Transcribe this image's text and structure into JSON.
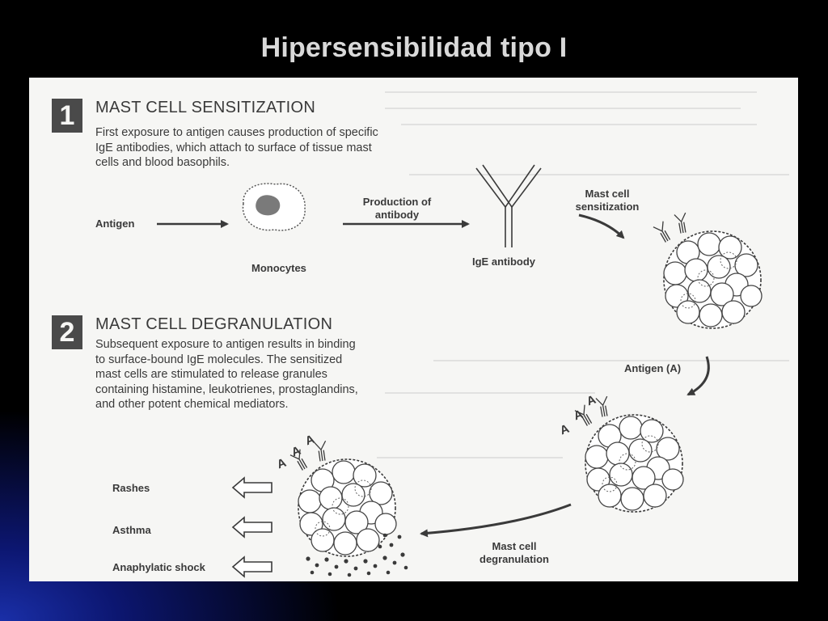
{
  "slide": {
    "title": "Hipersensibilidad tipo I"
  },
  "diagram": {
    "step1": {
      "number": "1",
      "title": "MAST CELL SENSITIZATION",
      "description": "First exposure to antigen causes production of specific IgE antibodies, which attach to surface of tissue mast cells and blood basophils."
    },
    "step2": {
      "number": "2",
      "title": "MAST CELL DEGRANULATION",
      "description": "Subsequent exposure to antigen results in binding to surface-bound IgE molecules. The sensitized mast cells are stimulated to release granules containing histamine, leukotrienes, prostaglandins, and other potent chemical mediators."
    },
    "labels": {
      "antigen": "Antigen",
      "monocytes": "Monocytes",
      "production_line1": "Production of",
      "production_line2": "antibody",
      "ige_antibody": "IgE antibody",
      "sensitization_line1": "Mast cell",
      "sensitization_line2": "sensitization",
      "antigen_a": "Antigen (A)",
      "degranulation_line1": "Mast cell",
      "degranulation_line2": "degranulation",
      "antigen_marker": "A"
    },
    "outcomes": [
      "Rashes",
      "Asthma",
      "Anaphylatic shock"
    ]
  }
}
